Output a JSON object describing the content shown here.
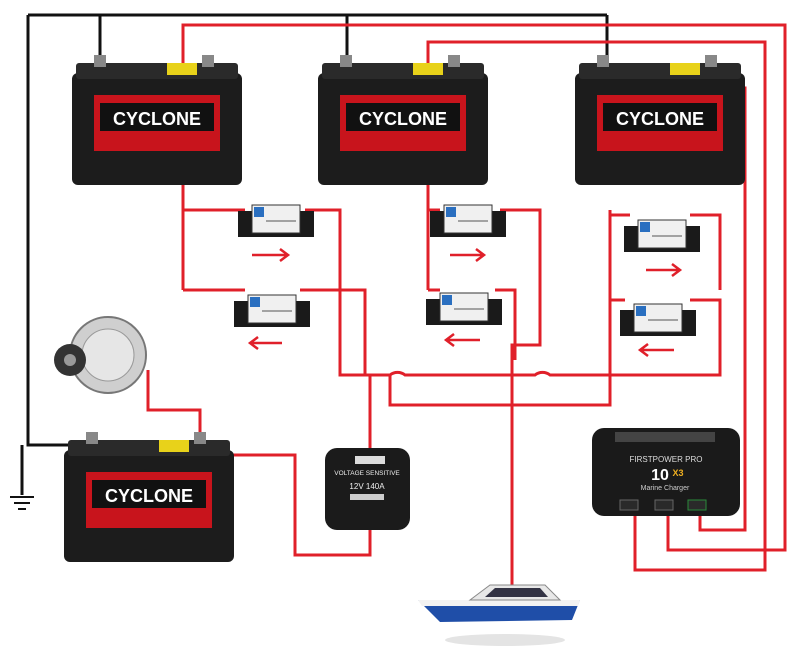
{
  "batteries": [
    {
      "brand": "CYCLONE",
      "role": "house-battery-1"
    },
    {
      "brand": "CYCLONE",
      "role": "house-battery-2"
    },
    {
      "brand": "CYCLONE",
      "role": "house-battery-3"
    },
    {
      "brand": "CYCLONE",
      "role": "starting-battery"
    }
  ],
  "vsr": {
    "title": "VOLTAGE SENSITIVE",
    "rating": "12V 140A"
  },
  "charger": {
    "brand": "FIRSTPOWER PRO",
    "model": "10",
    "suffix": "X3",
    "subtitle": "Marine Charger"
  },
  "colors": {
    "positive": "#e0202a",
    "negative": "#111111",
    "battery_body": "#1c1c1c",
    "battery_label": "#c8141c"
  }
}
